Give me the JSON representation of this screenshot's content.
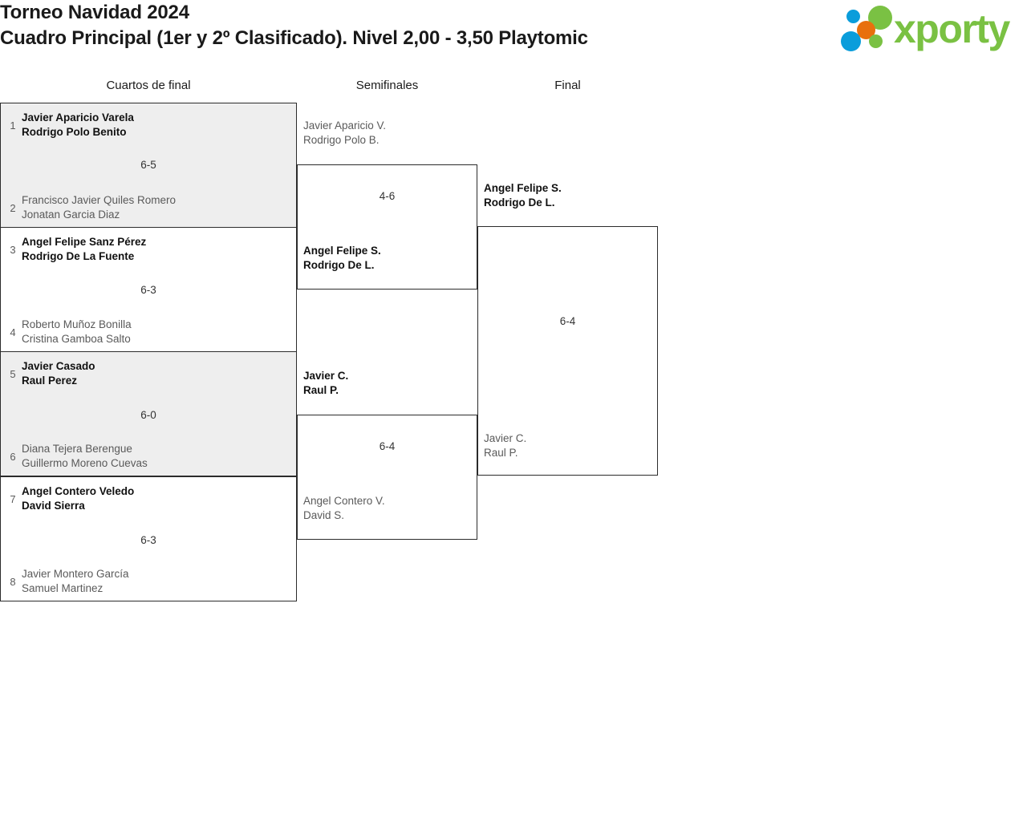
{
  "header": {
    "title_line1": "Torneo Navidad 2024",
    "title_line2": "Cuadro Principal (1er y 2º Clasificado). Nivel 2,00 - 3,50 Playtomic",
    "logo_text": "xporty",
    "logo_colors": {
      "blue": "#0a9ddb",
      "orange": "#e8700d",
      "green": "#7ac143"
    }
  },
  "rounds": [
    {
      "key": "quarterfinals",
      "label": "Cuartos de final"
    },
    {
      "key": "semifinals",
      "label": "Semifinales"
    },
    {
      "key": "final",
      "label": "Final"
    }
  ],
  "quarterfinals": [
    {
      "seed_top": "1",
      "top_player1": "Javier Aparicio Varela",
      "top_player2": "Rodrigo Polo Benito",
      "seed_bottom": "2",
      "bottom_player1": "Francisco Javier Quiles Romero",
      "bottom_player2": "Jonatan Garcia Diaz",
      "score": "6-5",
      "winner": "top"
    },
    {
      "seed_top": "3",
      "top_player1": "Angel Felipe Sanz Pérez",
      "top_player2": "Rodrigo De La Fuente",
      "seed_bottom": "4",
      "bottom_player1": "Roberto Muñoz Bonilla",
      "bottom_player2": "Cristina Gamboa Salto",
      "score": "6-3",
      "winner": "top"
    },
    {
      "seed_top": "5",
      "top_player1": "Javier Casado",
      "top_player2": "Raul Perez",
      "seed_bottom": "6",
      "bottom_player1": "Diana Tejera Berengue",
      "bottom_player2": "Guillermo Moreno Cuevas",
      "score": "6-0",
      "winner": "top"
    },
    {
      "seed_top": "7",
      "top_player1": "Angel Contero Veledo",
      "top_player2": "David Sierra",
      "seed_bottom": "8",
      "bottom_player1": "Javier Montero García",
      "bottom_player2": "Samuel Martinez",
      "score": "6-3",
      "winner": "top"
    }
  ],
  "semifinals": [
    {
      "top_player1": "Javier Aparicio V.",
      "top_player2": "Rodrigo Polo B.",
      "bottom_player1": "Angel Felipe S.",
      "bottom_player2": "Rodrigo De L.",
      "score": "4-6",
      "winner": "bottom"
    },
    {
      "top_player1": "Javier C.",
      "top_player2": "Raul P.",
      "bottom_player1": "Angel Contero V.",
      "bottom_player2": "David S.",
      "score": "6-4",
      "winner": "top"
    }
  ],
  "final": {
    "top_player1": "Angel Felipe S.",
    "top_player2": "Rodrigo De L.",
    "bottom_player1": "Javier C.",
    "bottom_player2": "Raul P.",
    "score": "6-4",
    "winner": "top"
  }
}
